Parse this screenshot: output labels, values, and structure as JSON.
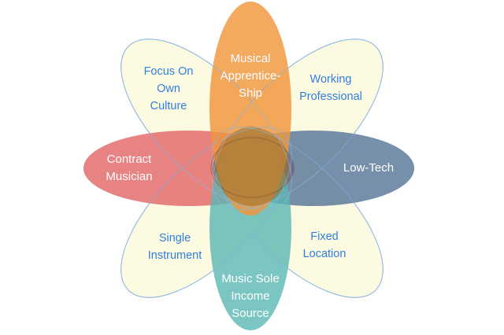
{
  "petals": [
    {
      "key": "musical-apprenticeship",
      "lines": [
        "Musical",
        "Apprentice-",
        "Ship"
      ],
      "fill": "#f0963a",
      "text_color": "#ffffff"
    },
    {
      "key": "low-tech",
      "lines": [
        "Low-Tech"
      ],
      "fill": "#4f6f93",
      "text_color": "#ffffff"
    },
    {
      "key": "music-sole-income-source",
      "lines": [
        "Music Sole",
        "Income",
        "Source"
      ],
      "fill": "#5ab7b3",
      "text_color": "#ffffff"
    },
    {
      "key": "contract-musician",
      "lines": [
        "Contract",
        "Musician"
      ],
      "fill": "#e36868",
      "text_color": "#ffffff"
    },
    {
      "key": "focus-on-own-culture",
      "lines": [
        "Focus On",
        "Own",
        "Culture"
      ],
      "fill": "#fdfae0",
      "text_color": "#2f7fe0"
    },
    {
      "key": "working-professional",
      "lines": [
        "Working",
        "Professional"
      ],
      "fill": "#fdfae0",
      "text_color": "#2f7fe0"
    },
    {
      "key": "fixed-location",
      "lines": [
        "Fixed",
        "Location"
      ],
      "fill": "#fdfae0",
      "text_color": "#2f7fe0"
    },
    {
      "key": "single-instrument",
      "lines": [
        "Single",
        "Instrument"
      ],
      "fill": "#fdfae0",
      "text_color": "#2f7fe0"
    }
  ],
  "center_color": "#9b6f2e",
  "outline_color": "#8fb8e4"
}
